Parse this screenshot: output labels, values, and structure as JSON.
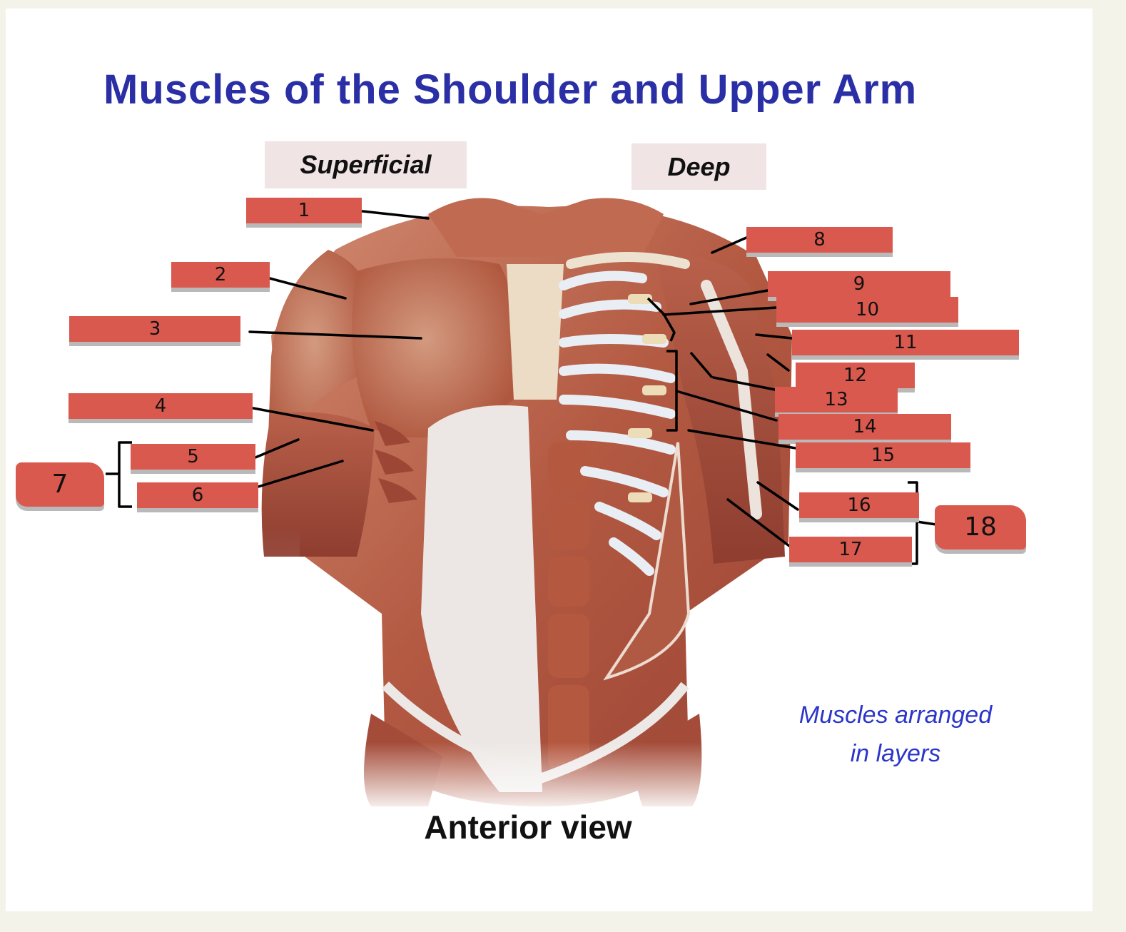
{
  "slide": {
    "title": "Muscles of the Shoulder and Upper Arm",
    "tab_superficial": "Superficial",
    "tab_deep": "Deep",
    "view_caption": "Anterior view",
    "note_line1": "Muscles arranged",
    "note_line2": "in layers"
  },
  "labels": [
    "1",
    "2",
    "3",
    "4",
    "5",
    "6",
    "7",
    "8",
    "9",
    "10",
    "11",
    "12",
    "13",
    "14",
    "15",
    "16",
    "17",
    "18"
  ],
  "colors": {
    "title": "#2b2fa6",
    "note": "#2b35c9",
    "label_box": "#d9594e",
    "tab_bg": "#f1e4e4",
    "muscle": "#b65a42",
    "tendon": "#ece4dc"
  }
}
